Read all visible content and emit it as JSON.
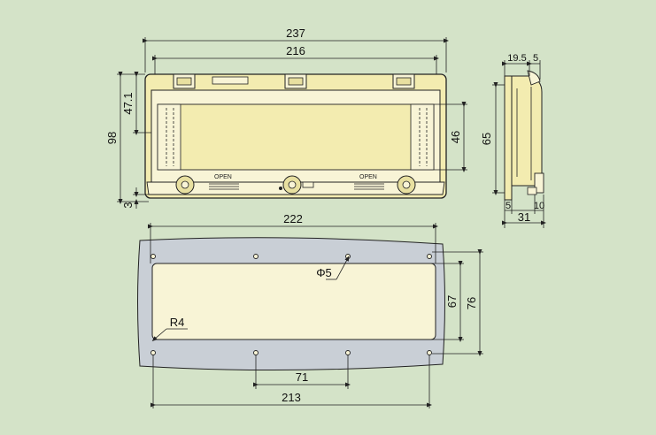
{
  "colors": {
    "background": "#d4e3c8",
    "cover_fill": "#f3ecb0",
    "panel_fill": "#f8f4d6",
    "gasket_fill": "#c9cfd6",
    "line": "#222222"
  },
  "front_view": {
    "dim_total_width": "237",
    "dim_inner_width": "216",
    "dim_total_height": "98",
    "dim_upper_height": "47.1",
    "dim_bottom_offset": "3",
    "dim_window_height": "46",
    "label_open_left": "OPEN",
    "label_open_right": "OPEN"
  },
  "side_view": {
    "dim_top_depth": "19.5",
    "dim_top_small": "5",
    "dim_height": "65",
    "dim_bottom_left": "5",
    "dim_bottom_right": "10",
    "dim_total_depth": "31"
  },
  "cutout_view": {
    "dim_width": "222",
    "dim_hole_diameter": "Φ5",
    "dim_corner_radius": "R4",
    "dim_inner_height": "67",
    "dim_outer_height": "76",
    "dim_hole_pitch": "71",
    "dim_hole_span": "213"
  }
}
